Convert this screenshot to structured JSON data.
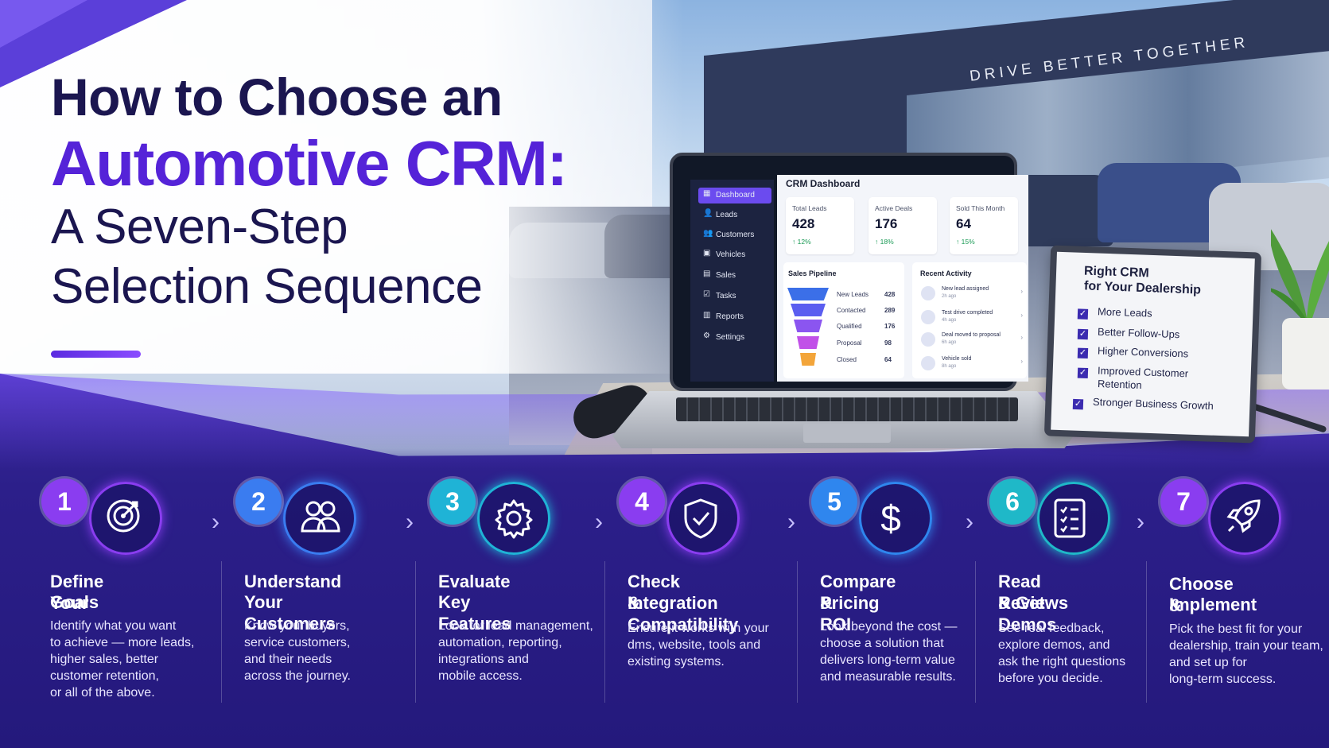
{
  "title": {
    "line1": "How to Choose an",
    "line2": "Automotive CRM:",
    "line3": "A Seven-Step",
    "line4": "Selection Sequence"
  },
  "building_sign": "DRIVE BETTER TOGETHER",
  "crm": {
    "title": "CRM Dashboard",
    "nav": [
      {
        "label": "Dashboard",
        "icon": "dashboard-icon"
      },
      {
        "label": "Leads",
        "icon": "user-icon"
      },
      {
        "label": "Customers",
        "icon": "users-icon"
      },
      {
        "label": "Vehicles",
        "icon": "car-icon"
      },
      {
        "label": "Sales",
        "icon": "tag-icon"
      },
      {
        "label": "Tasks",
        "icon": "checkbox-icon"
      },
      {
        "label": "Reports",
        "icon": "chart-icon"
      },
      {
        "label": "Settings",
        "icon": "gear-icon"
      }
    ],
    "kpis": [
      {
        "label": "Total Leads",
        "value": "428",
        "change": "12%"
      },
      {
        "label": "Active Deals",
        "value": "176",
        "change": "18%"
      },
      {
        "label": "Sold This Month",
        "value": "64",
        "change": "15%"
      }
    ],
    "pipeline": {
      "title": "Sales Pipeline",
      "stages": [
        {
          "label": "New Leads",
          "value": "428",
          "color": "#3b6fe8"
        },
        {
          "label": "Contacted",
          "value": "289",
          "color": "#5b5ef0"
        },
        {
          "label": "Qualified",
          "value": "176",
          "color": "#8b55f0"
        },
        {
          "label": "Proposal",
          "value": "98",
          "color": "#c150e8"
        },
        {
          "label": "Closed",
          "value": "64",
          "color": "#f3a53a"
        }
      ]
    },
    "activity": {
      "title": "Recent Activity",
      "items": [
        {
          "text": "New lead assigned",
          "time": "2h ago"
        },
        {
          "text": "Test drive completed",
          "time": "4h ago"
        },
        {
          "text": "Deal moved to proposal",
          "time": "6h ago"
        },
        {
          "text": "Vehicle sold",
          "time": "8h ago"
        }
      ]
    }
  },
  "checklist": {
    "title1": "Right CRM",
    "title2": "for Your Dealership",
    "items": [
      "More Leads",
      "Better Follow-Ups",
      "Higher Conversions",
      "Improved Customer",
      "Retention",
      "Stronger Business Growth"
    ]
  },
  "steps": [
    {
      "num": "1",
      "h1": "Define Your",
      "h2": "Goals",
      "desc": [
        "Identify what you want",
        "to achieve — more leads,",
        "higher sales, better",
        "customer retention,",
        "or all of the above."
      ],
      "icon": "target-icon",
      "color": "#8a3df0"
    },
    {
      "num": "2",
      "h1": "Understand",
      "h2": "Your Customers",
      "desc": [
        "Know your buyers,",
        "service customers,",
        "and their needs",
        "across the journey."
      ],
      "icon": "users-icon",
      "color": "#3a7cf0"
    },
    {
      "num": "3",
      "h1": "Evaluate",
      "h2": "Key Features",
      "desc": [
        "Look for lead management,",
        "automation, reporting,",
        "integrations and",
        "mobile access."
      ],
      "icon": "gear-icon",
      "color": "#1fb3d6"
    },
    {
      "num": "4",
      "h1": "Check Integration",
      "h2": "& Compatibility",
      "desc": [
        "Ensure it works with your",
        "dms, website, tools and",
        "existing systems."
      ],
      "icon": "shield-check-icon",
      "color": "#8a3df0"
    },
    {
      "num": "5",
      "h1": "Compare Pricing",
      "h2": "& ROI",
      "desc": [
        "Look beyond the cost —",
        "choose a solution that",
        "delivers long-term value",
        "and measurable results."
      ],
      "icon": "dollar-icon",
      "color": "#2f86ee"
    },
    {
      "num": "6",
      "h1": "Read Reviews",
      "h2": "& Get Demos",
      "desc": [
        "See real feedback,",
        "explore demos, and",
        "ask the right questions",
        "before you decide."
      ],
      "icon": "checklist-icon",
      "color": "#1fb8c8"
    },
    {
      "num": "7",
      "h1": "Choose &",
      "h2": "Implement",
      "desc": [
        "Pick the best fit for your",
        "dealership, train your team,",
        "and set up for",
        "long-term success."
      ],
      "icon": "rocket-icon",
      "color": "#8a3df0"
    }
  ]
}
